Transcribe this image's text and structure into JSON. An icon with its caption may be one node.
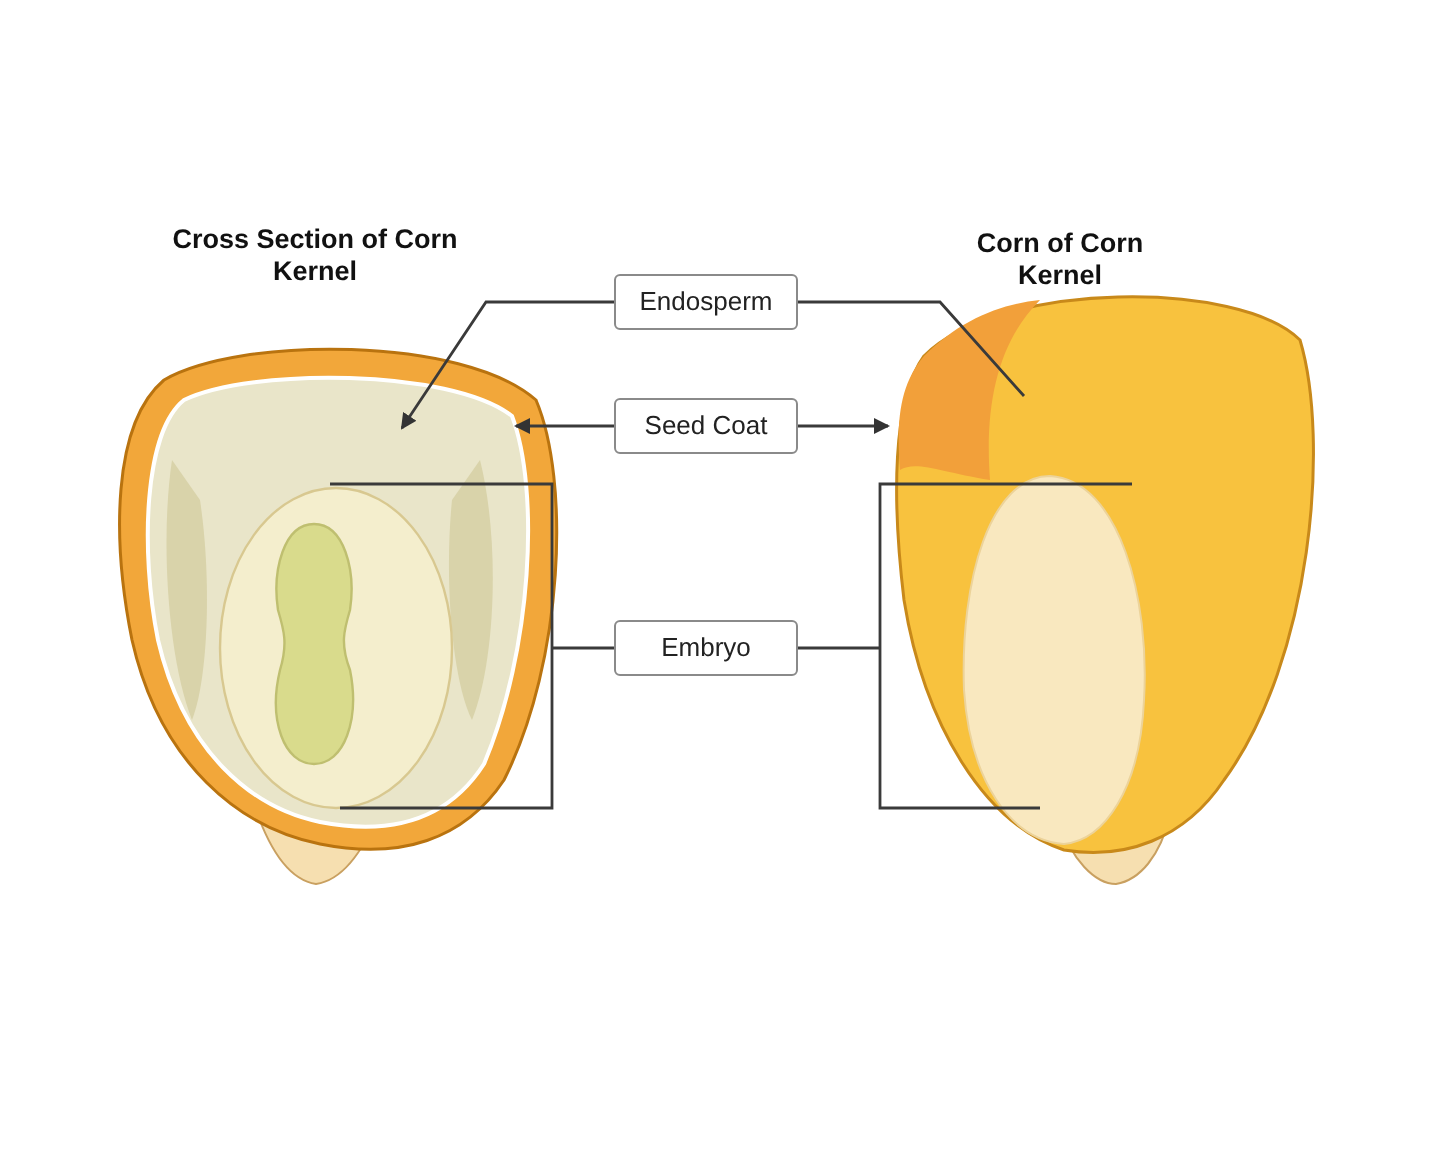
{
  "diagram": {
    "nodes": [
      {
        "text": [
          "Cross Section of Corn Kernel"
        ]
      },
      {
        "text": [
          "Corn of Corn Kernel"
        ]
      },
      {
        "text": [
          "Endosperm"
        ]
      },
      {
        "text": [
          "Seed Coat"
        ]
      },
      {
        "text": [
          "Embryo"
        ]
      }
    ],
    "edges": [
      {
        "from": 2,
        "to": 0,
        "arrow": "to"
      },
      {
        "from": 2,
        "to": 1,
        "arrow": "none"
      },
      {
        "from": 3,
        "to": 0,
        "arrow": "to"
      },
      {
        "from": 3,
        "to": 1,
        "arrow": "to"
      },
      {
        "from": 4,
        "to": 0,
        "arrow": "none"
      },
      {
        "from": 4,
        "to": 1,
        "arrow": "none"
      }
    ]
  }
}
